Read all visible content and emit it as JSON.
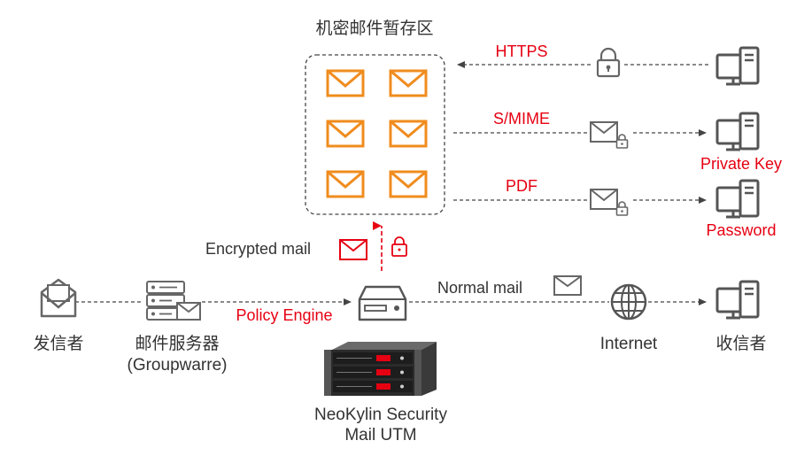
{
  "labels": {
    "quarantine_title": "机密邮件暂存区",
    "https": "HTTPS",
    "smime": "S/MIME",
    "pdf": "PDF",
    "private_key": "Private Key",
    "password": "Password",
    "encrypted_mail": "Encrypted mail",
    "normal_mail": "Normal mail",
    "policy_engine": "Policy Engine",
    "sender": "发信者",
    "mail_server": "邮件服务器",
    "mail_server_sub": "(Groupwarre)",
    "internet": "Internet",
    "receiver": "收信者",
    "utm_line1": "NeoKylin Security",
    "utm_line2": "Mail UTM"
  },
  "colors": {
    "accent_red": "#e60012",
    "envelope_orange": "#f08c1e",
    "icon_gray": "#555555",
    "text": "#333333",
    "line": "#444444"
  }
}
